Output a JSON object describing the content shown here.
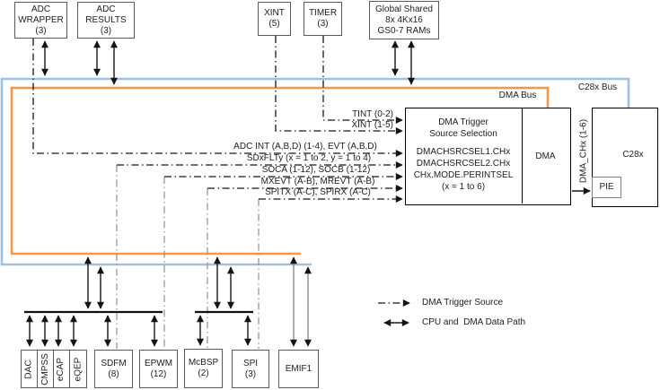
{
  "blocks": {
    "adc_wrapper": "ADC\nWRAPPER\n(3)",
    "adc_results": "ADC\nRESULTS\n(3)",
    "xint": "XINT\n(5)",
    "timer": "TIMER\n(3)",
    "global_shared": "Global Shared\n8x 4Kx16\nGS0-7 RAMs",
    "dac": "DAC",
    "cmpss": "CMPSS",
    "ecap": "eCAP",
    "eqep": "eQEP",
    "sdfm": "SDFM\n(8)",
    "epwm": "EPWM\n(12)",
    "mcbsp": "McBSP\n(2)",
    "spi": "SPI\n(3)",
    "emif1": "EMIF1",
    "dma": "DMA",
    "c28x": "C28x",
    "pie": "PIE"
  },
  "trigger_box": {
    "title": "DMA Trigger\nSource Selection",
    "registers": "DMACHSRCSEL1.CHx\nDMACHSRCSEL2.CHx\nCHx.MODE.PERINTSEL\n(x = 1 to 6)"
  },
  "buses": {
    "dma": {
      "label": "DMA Bus",
      "color": "#F79646"
    },
    "c28x": {
      "label": "C28x Bus",
      "color": "#9BC2E6"
    }
  },
  "signals": {
    "tint": "TINT (0-2)",
    "xint": "XINT (1-5)",
    "adc_int": "ADC INT (A,B,D) (1-4), EVT (A,B,D)",
    "sdxflt": "SDxFLTy (x = 1 to 2, y = 1 to 4)",
    "soc": "SOCA (1-12), SOCB (1-12)",
    "mxevt": "MXEVT (A-B), MREVT (A-B)",
    "spitx": "SPITX (A-C), SPIRX (A-C)",
    "dma_chx": "DMA_CHx (1-6)"
  },
  "legend": {
    "trigger_source": "DMA Trigger Source",
    "data_path": "CPU and  DMA Data Path"
  }
}
